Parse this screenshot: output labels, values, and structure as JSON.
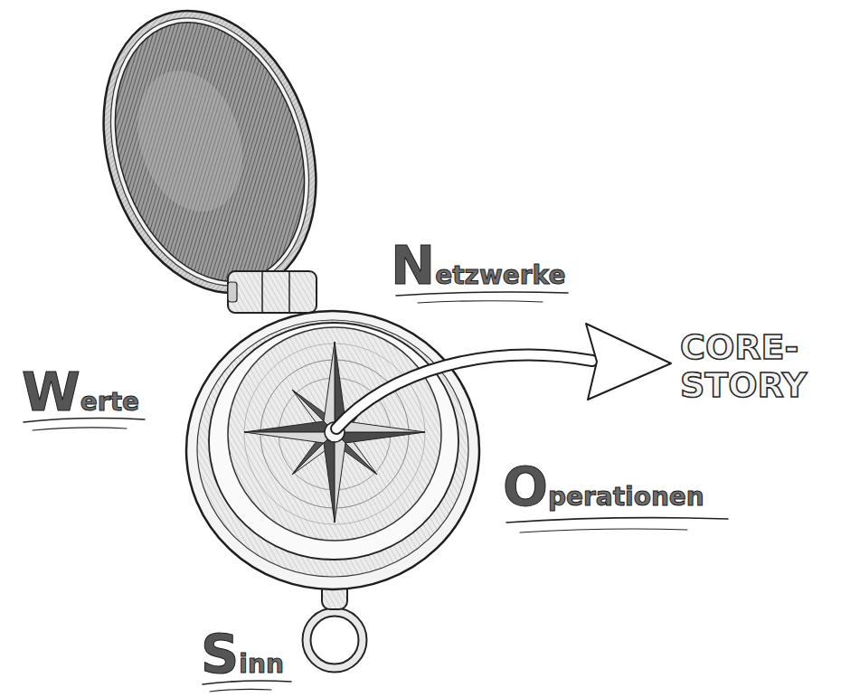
{
  "diagram": {
    "labels": [
      "Netzwerke",
      "Werte",
      "Operationen",
      "Sinn",
      "CORE- STORY"
    ]
  }
}
